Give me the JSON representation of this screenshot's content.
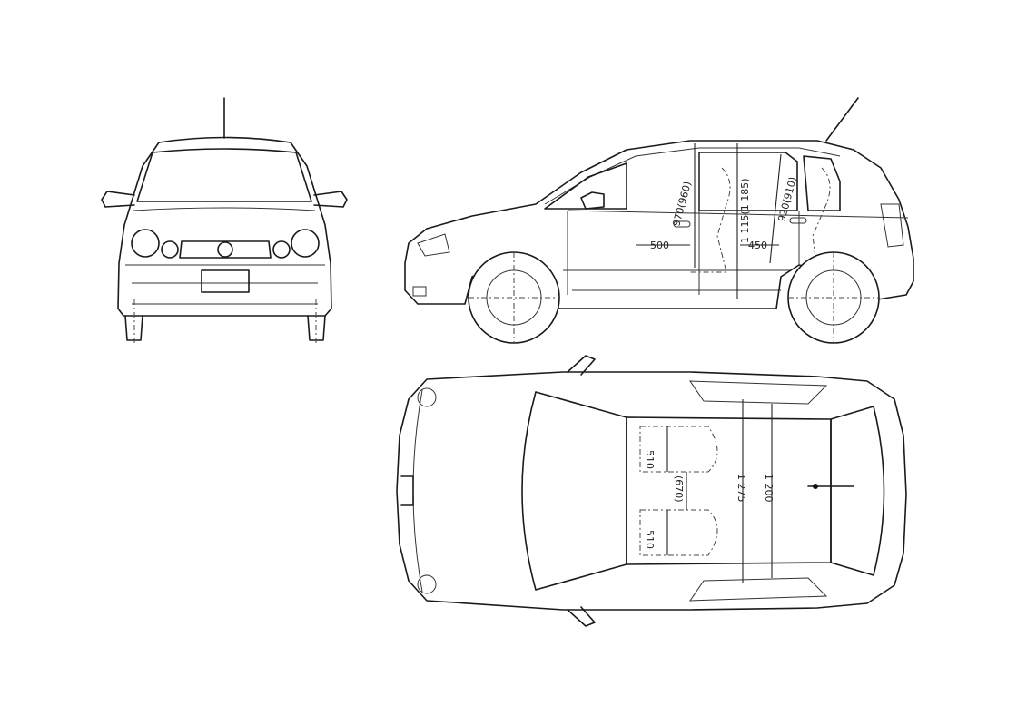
{
  "drawing": {
    "views": [
      "front-view",
      "side-view",
      "top-view"
    ],
    "side_dimensions": {
      "seat_height_front": "500",
      "headroom_front": "970(960)",
      "headroom_rear_total": "1 115(1 185)",
      "seat_height_rear": "450",
      "headroom_rear": "920(910)"
    },
    "top_dimensions": {
      "front_seat_width_left": "510",
      "front_seat_width_right": "510",
      "front_seat_span": "(670)",
      "shoulder_width_front": "1 275",
      "shoulder_width_rear": "1 200"
    }
  }
}
